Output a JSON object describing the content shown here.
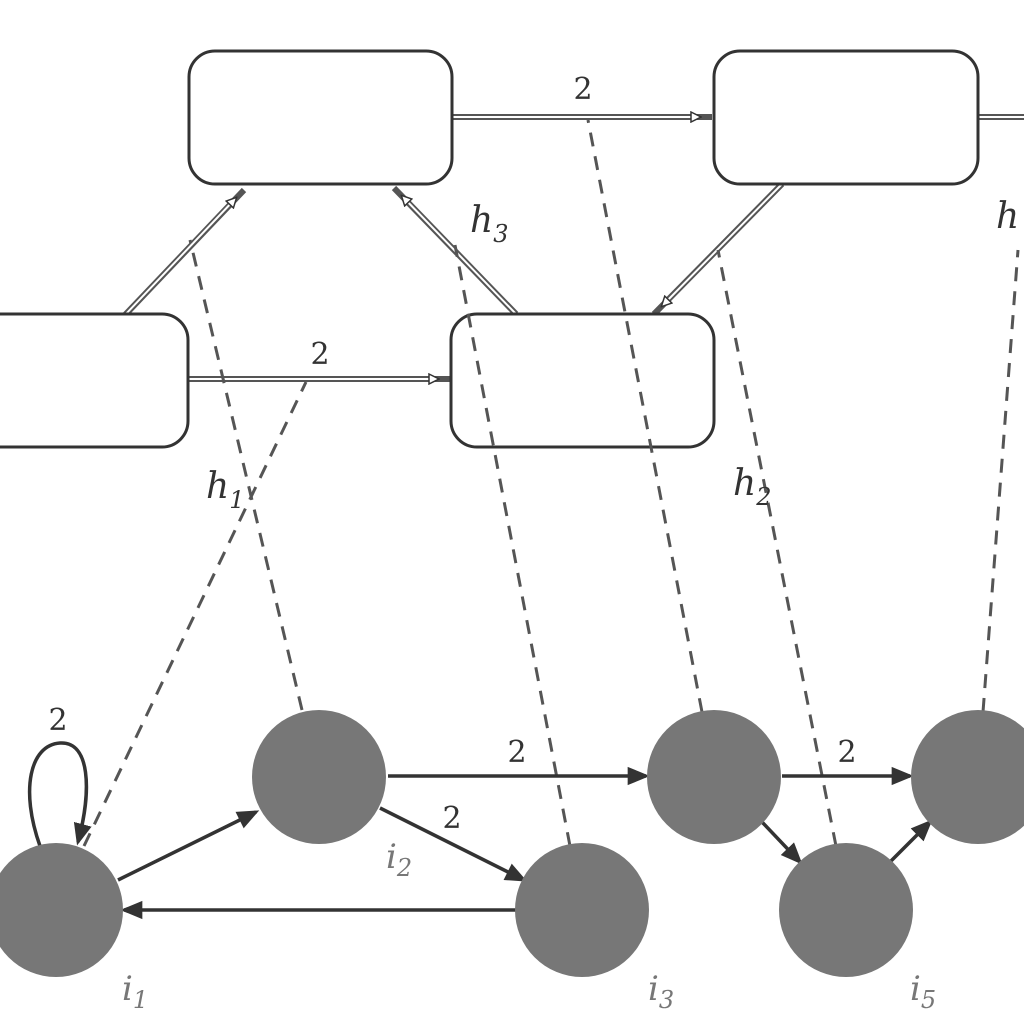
{
  "diagram": {
    "colors": {
      "node_fill": "#777777",
      "box_stroke": "#333333",
      "edge": "#333333",
      "dashed": "#555555"
    },
    "upper_edge_labels": {
      "top_boxes": "2",
      "middle_boxes": "2"
    },
    "homomorphism_labels": {
      "h1": "h",
      "h1_sub": "1",
      "h2": "h",
      "h2_sub": "2",
      "h3": "h",
      "h3_sub": "3",
      "h4": "h"
    },
    "lower_edge_labels": {
      "self_loop_i1": "2",
      "i2_to_i3": "2",
      "i2_to_i4": "2",
      "i4_to_i6": "2"
    },
    "node_labels": {
      "i1": "i",
      "i1_sub": "1",
      "i2": "i",
      "i2_sub": "2",
      "i3": "i",
      "i3_sub": "3",
      "i5": "i",
      "i5_sub": "5"
    }
  }
}
